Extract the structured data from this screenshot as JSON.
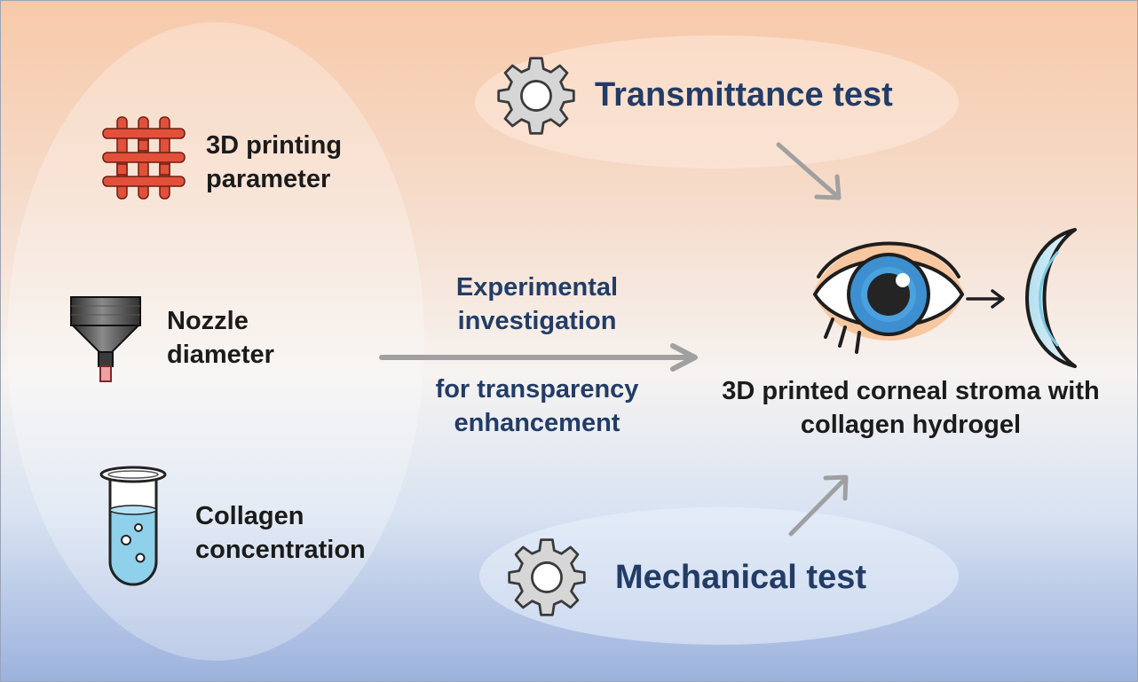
{
  "inputs": [
    {
      "lines": [
        "3D printing",
        "parameter"
      ],
      "icon": "mesh-grid-icon"
    },
    {
      "lines": [
        "Nozzle",
        "diameter"
      ],
      "icon": "nozzle-icon"
    },
    {
      "lines": [
        "Collagen",
        "concentration"
      ],
      "icon": "test-tube-icon"
    }
  ],
  "process": {
    "line1": "Experimental",
    "line2": "investigation",
    "line3": "for transparency",
    "line4": "enhancement"
  },
  "tests": {
    "top": "Transmittance test",
    "bottom": "Mechanical test"
  },
  "output": {
    "line1": "3D printed corneal stroma with",
    "line2": "collagen hydrogel"
  },
  "colors": {
    "heading_blue": "#223c66",
    "mesh_red": "#e2503a",
    "iris_blue": "#3d8fd0",
    "arrow_gray": "#a0a0a0",
    "gear_gray": "#d6d6d6"
  }
}
